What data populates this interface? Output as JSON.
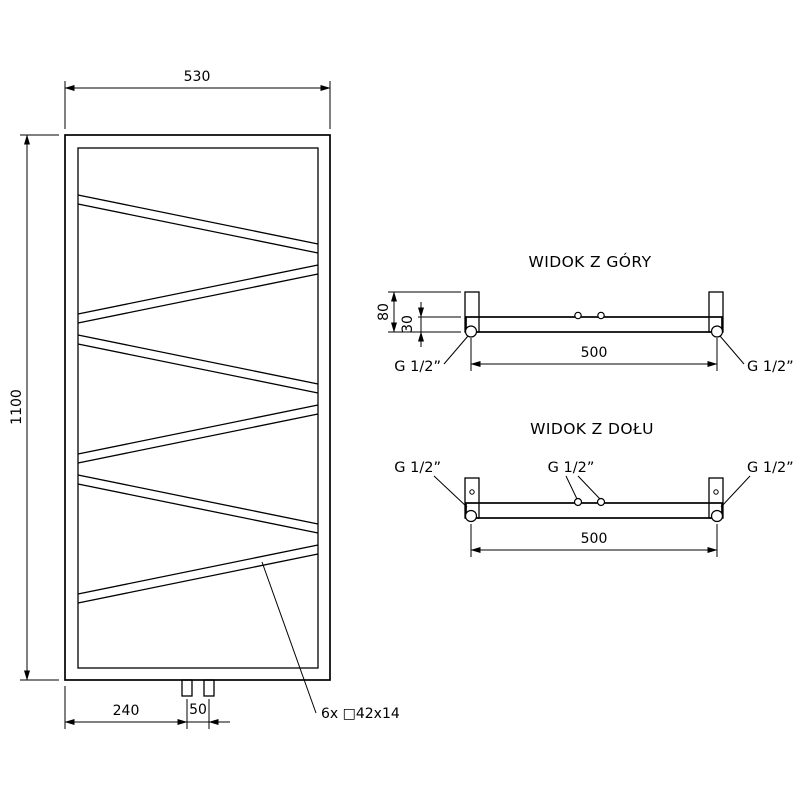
{
  "drawing": {
    "front_view": {
      "dim_width": "530",
      "dim_height": "1100",
      "dim_bottom_offset": "240",
      "dim_bottom_spacing": "50",
      "tube_label": "6x □42x14"
    },
    "top_view": {
      "title": "WIDOK Z GÓRY",
      "dim_depth_total": "80",
      "dim_depth_panel": "30",
      "dim_span": "500",
      "left_connection": "G 1/2”",
      "right_connection": "G 1/2”"
    },
    "bottom_view": {
      "title": "WIDOK Z DOŁU",
      "dim_span": "500",
      "left_connection": "G 1/2”",
      "center_connection": "G 1/2”",
      "right_connection": "G 1/2”"
    }
  }
}
